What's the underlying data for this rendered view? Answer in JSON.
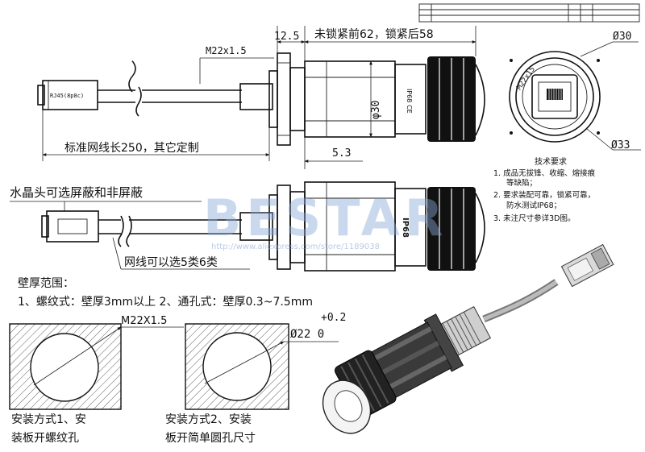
{
  "title_block": {
    "col1": "",
    "col2": "",
    "col3": "",
    "col4": ""
  },
  "top_view": {
    "dim_12_5": "12.5",
    "dim_length": "未锁紧前62，锁紧后58",
    "thread": "M22x1.5",
    "rj45_label": "RJ45(8p8c)",
    "dia_30": "φ30",
    "cable_length": "标准网线长250，其它定制",
    "dim_5_3": "5.3",
    "mark_ip": "IP68",
    "mark_ce": "CE"
  },
  "end_view": {
    "dia_30": "Ø30",
    "dia_33": "Ø33",
    "thread": "M22x15"
  },
  "tech_req": {
    "title": "技术要求",
    "item1_a": "1. 成品无拔锋、收缩、熔接痕",
    "item1_b": "等缺陷；",
    "item2_a": "2. 要求装配可靠，锁紧可靠，",
    "item2_b": "防水测试IP68；",
    "item3": "3. 未注尺寸参详3D图。"
  },
  "middle_view": {
    "plug_note": "水晶头可选屏蔽和非屏蔽",
    "cable_note": "网线可以选5类6类",
    "mark_ip": "IP68"
  },
  "wall": {
    "title": "壁厚范围：",
    "line": "1、螺纹式：壁厚3mm以上 2、通孔式：壁厚0.3~7.5mm"
  },
  "panel1": {
    "thread": "M22X1.5",
    "caption_a": "安装方式1、安",
    "caption_b": "装板开螺纹孔"
  },
  "panel2": {
    "tol_upper": "+0.2",
    "dia": "Ø22 0",
    "caption_a": "安装方式2、安装",
    "caption_b": "板开简单圆孔尺寸"
  },
  "watermark": {
    "brand": "BESTAR",
    "url": "http://www.aliexpress.com/store/1189038"
  }
}
